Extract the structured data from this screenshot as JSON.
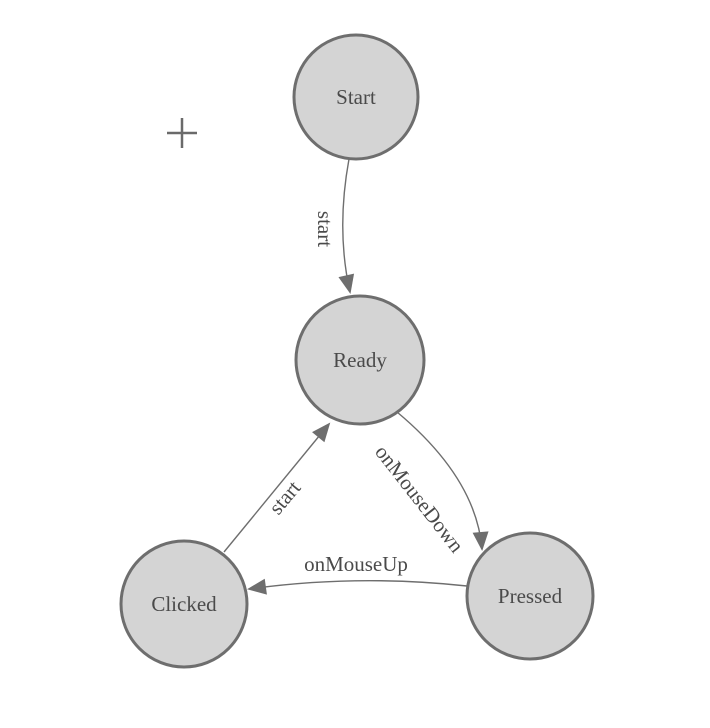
{
  "diagram": {
    "type": "state-machine",
    "colors": {
      "background": "#ffffff",
      "node_fill": "#d4d4d4",
      "node_stroke": "#6e6e6e",
      "edge_stroke": "#6e6e6e",
      "arrowhead_fill": "#6e6e6e",
      "label_text": "#4a4a4a",
      "plus_icon": "#6a6a6a"
    },
    "nodes": [
      {
        "id": "start",
        "label": "Start"
      },
      {
        "id": "ready",
        "label": "Ready"
      },
      {
        "id": "clicked",
        "label": "Clicked"
      },
      {
        "id": "pressed",
        "label": "Pressed"
      }
    ],
    "edges": [
      {
        "from": "start",
        "to": "ready",
        "label": "start"
      },
      {
        "from": "clicked",
        "to": "ready",
        "label": "start"
      },
      {
        "from": "ready",
        "to": "pressed",
        "label": "onMouseDown"
      },
      {
        "from": "pressed",
        "to": "clicked",
        "label": "onMouseUp"
      }
    ],
    "cursor": {
      "icon": "plus-crosshair"
    }
  }
}
